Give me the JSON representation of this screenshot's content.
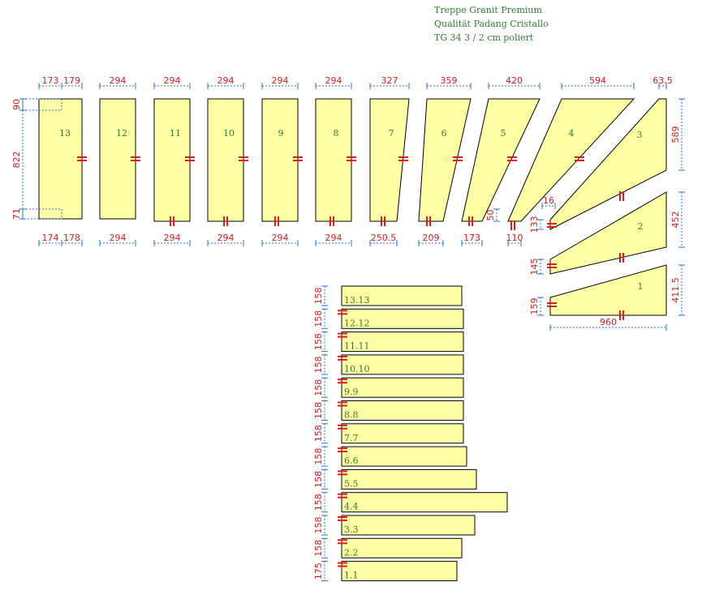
{
  "title": {
    "line1": "Treppe Granit Premium",
    "line2": "Qualität Padang Cristallo",
    "line3": "TG 34 3 / 2 cm poliert"
  },
  "colors": {
    "fill": "#ffffa5",
    "stroke": "#000000",
    "dim": "#d42020",
    "dim_line": "#2a6fd6",
    "label": "#2e7d32"
  },
  "treads": [
    {
      "id": "13",
      "top": [
        "173",
        "179"
      ],
      "bottom": [
        "174",
        "178"
      ],
      "left": [
        "90",
        "822",
        "71"
      ]
    },
    {
      "id": "12",
      "top": [
        "294"
      ],
      "bottom": [
        "294"
      ]
    },
    {
      "id": "11",
      "top": [
        "294"
      ],
      "bottom": [
        "294"
      ]
    },
    {
      "id": "10",
      "top": [
        "294"
      ],
      "bottom": [
        "294"
      ]
    },
    {
      "id": "9",
      "top": [
        "294"
      ],
      "bottom": [
        "294"
      ]
    },
    {
      "id": "8",
      "top": [
        "294"
      ],
      "bottom": [
        "294"
      ]
    },
    {
      "id": "7",
      "top": [
        "327"
      ],
      "bottom": [
        "250.5"
      ]
    },
    {
      "id": "6",
      "top": [
        "359"
      ],
      "bottom": [
        "209"
      ]
    },
    {
      "id": "5",
      "top": [
        "420"
      ],
      "bottom": [
        "173"
      ]
    },
    {
      "id": "4",
      "top": [
        "594"
      ],
      "bottom": [
        "110"
      ],
      "left": [
        "50"
      ]
    },
    {
      "id": "3",
      "top": [
        "63.5"
      ],
      "right": [
        "589"
      ],
      "left": [
        "16",
        "133"
      ]
    },
    {
      "id": "2",
      "right": [
        "452"
      ],
      "left": [
        "145"
      ]
    },
    {
      "id": "1",
      "right": [
        "411.5"
      ],
      "left": [
        "159"
      ],
      "bottom": [
        "960"
      ]
    }
  ],
  "risers": [
    {
      "id": "13.13",
      "height": "158"
    },
    {
      "id": "12.12",
      "height": "158"
    },
    {
      "id": "11.11",
      "height": "158"
    },
    {
      "id": "10.10",
      "height": "158"
    },
    {
      "id": "9.9",
      "height": "158"
    },
    {
      "id": "8.8",
      "height": "158"
    },
    {
      "id": "7.7",
      "height": "158"
    },
    {
      "id": "6.6",
      "height": "158"
    },
    {
      "id": "5.5",
      "height": "158"
    },
    {
      "id": "4.4",
      "height": "158"
    },
    {
      "id": "3.3",
      "height": "158"
    },
    {
      "id": "2.2",
      "height": "158"
    },
    {
      "id": "1.1",
      "height": "175"
    }
  ]
}
